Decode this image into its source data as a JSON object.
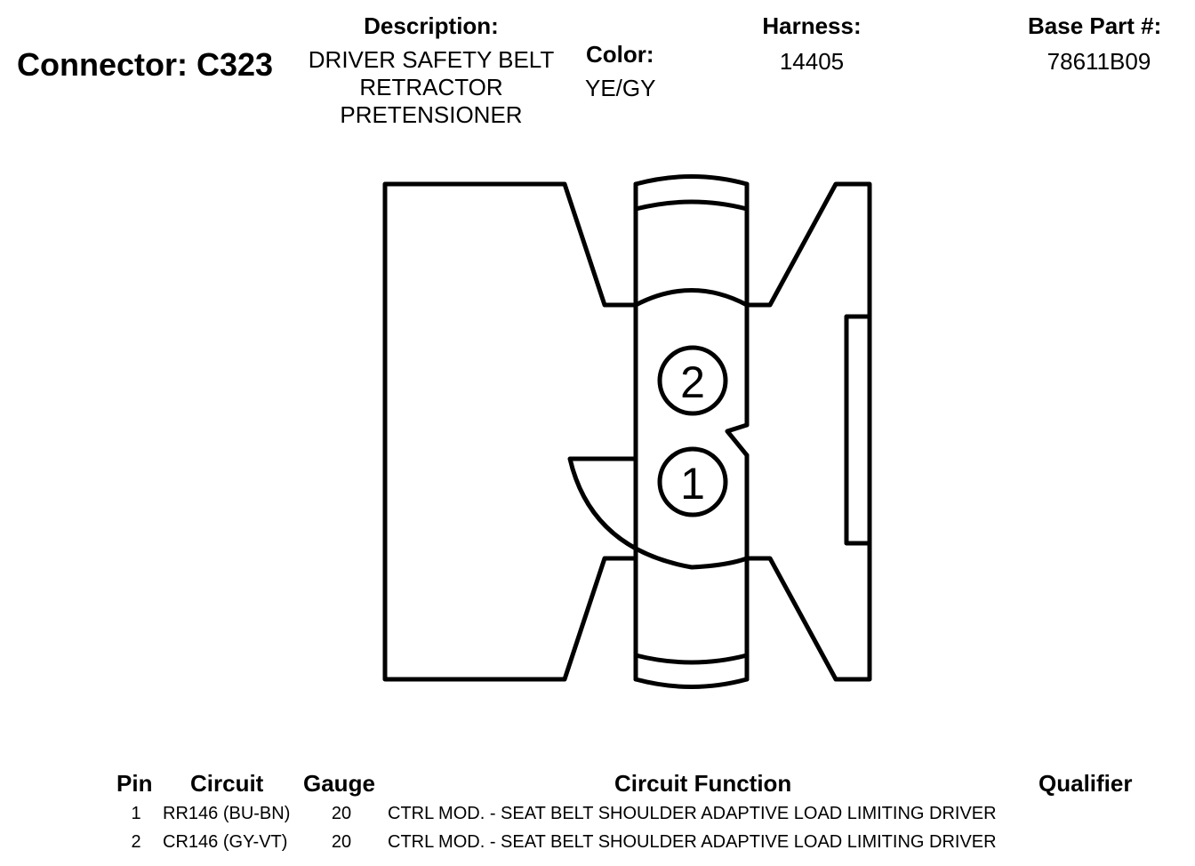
{
  "header": {
    "connector_label": "Connector: C323",
    "description_label": "Description:",
    "description_lines": [
      "DRIVER SAFETY BELT",
      "RETRACTOR",
      "PRETENSIONER"
    ],
    "color_label": "Color:",
    "color_value": "YE/GY",
    "harness_label": "Harness:",
    "harness_value": "14405",
    "base_part_label": "Base Part #:",
    "base_part_value": "78611B09"
  },
  "connector": {
    "pins": [
      {
        "number": "2"
      },
      {
        "number": "1"
      }
    ]
  },
  "table": {
    "headers": {
      "pin": "Pin",
      "circuit": "Circuit",
      "gauge": "Gauge",
      "function": "Circuit Function",
      "qualifier": "Qualifier"
    },
    "rows": [
      {
        "pin": "1",
        "circuit": "RR146 (BU-BN)",
        "gauge": "20",
        "function": "CTRL MOD. - SEAT BELT SHOULDER ADAPTIVE LOAD LIMITING DRIVER",
        "qualifier": ""
      },
      {
        "pin": "2",
        "circuit": "CR146 (GY-VT)",
        "gauge": "20",
        "function": "CTRL MOD. - SEAT BELT SHOULDER ADAPTIVE LOAD LIMITING DRIVER",
        "qualifier": ""
      }
    ]
  }
}
